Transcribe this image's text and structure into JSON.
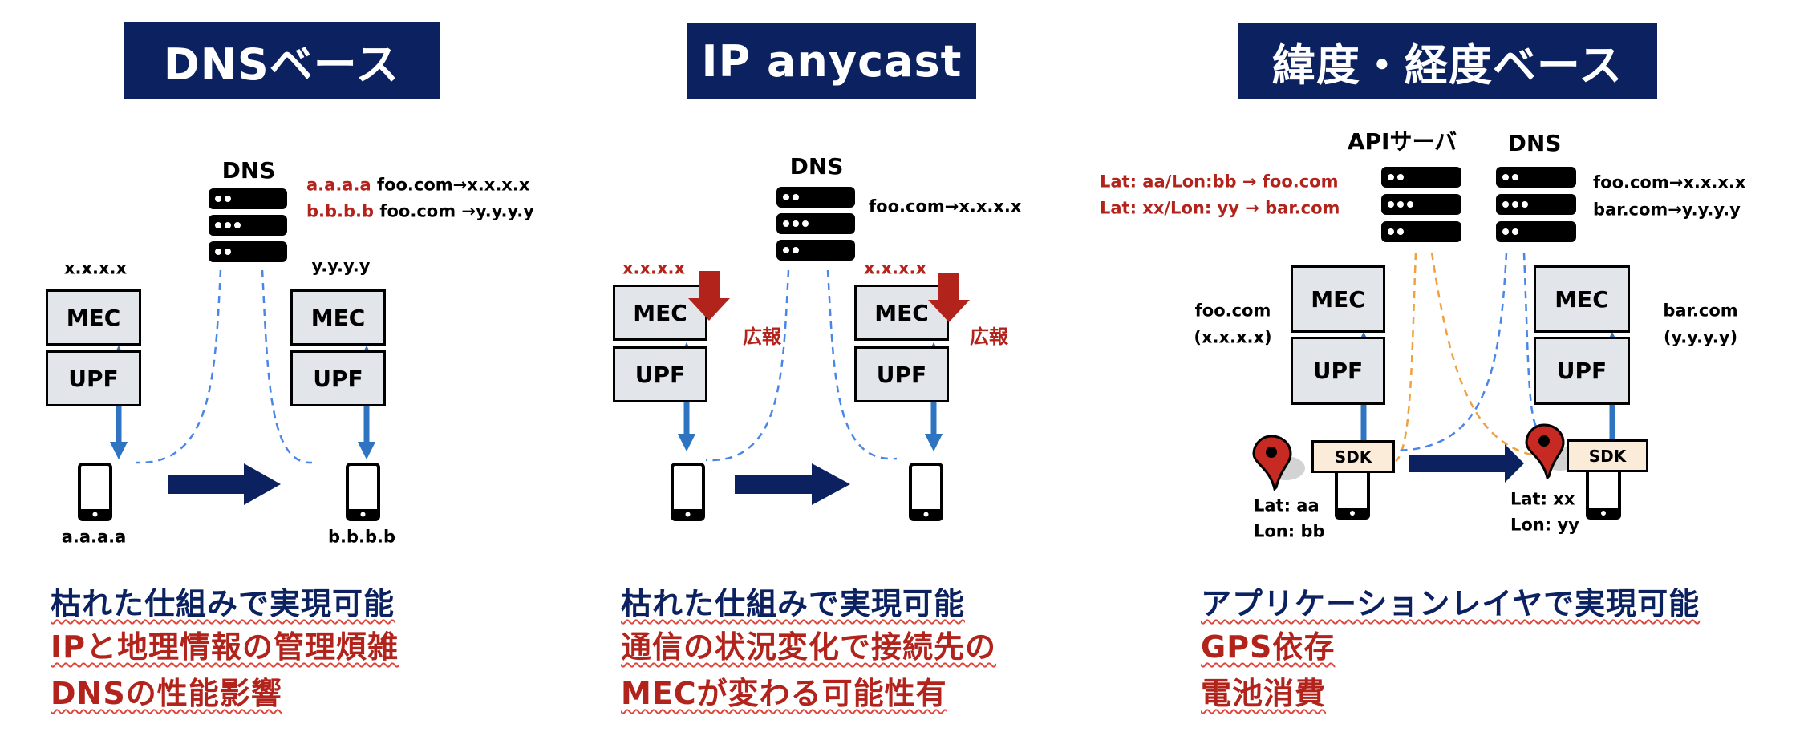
{
  "colors": {
    "title_bg": "#0c2260",
    "navy": "#0c2260",
    "red": "#b2231c",
    "blue_arrow": "#2e74c0",
    "blue_dash": "#4a86e8",
    "orange_dash": "#f0a040",
    "box_fill": "#e2e6ea",
    "sdk_fill": "#fbebd9",
    "pin_red": "#c62a22"
  },
  "panels": [
    {
      "id": "dns-based",
      "title": "DNSベース",
      "dns_label": "DNS",
      "records": [
        {
          "client": "a.a.a.a",
          "mapping": " foo.com→x.x.x.x"
        },
        {
          "client": "b.b.b.b",
          "mapping": " foo.com →y.y.y.y"
        }
      ],
      "left_site": {
        "ip": "x.x.x.x",
        "mec": "MEC",
        "upf": "UPF",
        "device": "a.a.a.a"
      },
      "right_site": {
        "ip": "y.y.y.y",
        "mec": "MEC",
        "upf": "UPF",
        "device": "b.b.b.b"
      },
      "bullets": [
        {
          "text": "枯れた仕組みで実現可能",
          "tone": "positive"
        },
        {
          "text": "IPと地理情報の管理煩雑",
          "tone": "negative"
        },
        {
          "text": "DNSの性能影響",
          "tone": "negative"
        }
      ]
    },
    {
      "id": "ip-anycast",
      "title": "IP anycast",
      "dns_label": "DNS",
      "records": [
        {
          "client": "",
          "mapping": "foo.com→x.x.x.x"
        }
      ],
      "left_site": {
        "ip": "x.x.x.x",
        "mec": "MEC",
        "upf": "UPF",
        "advertise": "広報"
      },
      "right_site": {
        "ip": "x.x.x.x",
        "mec": "MEC",
        "upf": "UPF",
        "advertise": "広報"
      },
      "bullets": [
        {
          "text": "枯れた仕組みで実現可能",
          "tone": "positive"
        },
        {
          "text": "通信の状況変化で接続先の",
          "tone": "negative"
        },
        {
          "text": "MECが変わる可能性有",
          "tone": "negative"
        }
      ]
    },
    {
      "id": "lat-lon-based",
      "title": "緯度・経度ベース",
      "api_label": "APIサーバ",
      "dns_label": "DNS",
      "api_records": [
        "Lat: aa/Lon:bb → foo.com",
        "Lat: xx/Lon: yy → bar.com"
      ],
      "dns_records": [
        "foo.com→x.x.x.x",
        "bar.com→y.y.y.y"
      ],
      "left_site": {
        "domain": "foo.com",
        "ip": "(x.x.x.x)",
        "mec": "MEC",
        "upf": "UPF",
        "sdk": "SDK",
        "lat": "Lat: aa",
        "lon": "Lon: bb"
      },
      "right_site": {
        "domain": "bar.com",
        "ip": "(y.y.y.y)",
        "mec": "MEC",
        "upf": "UPF",
        "sdk": "SDK",
        "lat": "Lat: xx",
        "lon": "Lon: yy"
      },
      "bullets": [
        {
          "text": "アプリケーションレイヤで実現可能",
          "tone": "positive"
        },
        {
          "text": "GPS依存",
          "tone": "negative"
        },
        {
          "text": "電池消費",
          "tone": "negative"
        }
      ]
    }
  ]
}
